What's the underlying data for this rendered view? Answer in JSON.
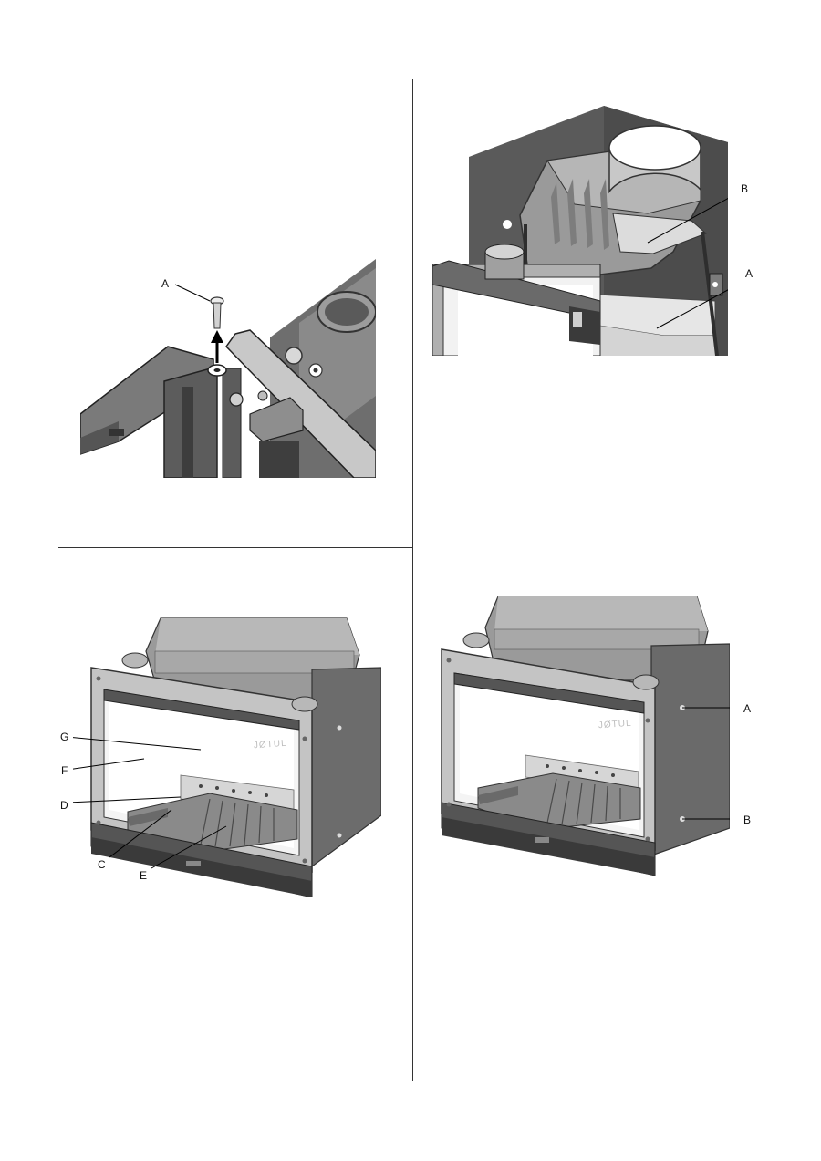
{
  "figures": {
    "fig1": {
      "labels": {
        "a": "A"
      }
    },
    "fig2": {
      "labels": {
        "a": "A",
        "b": "B"
      }
    },
    "fig3": {
      "labels": {
        "c": "C",
        "d": "D",
        "e": "E",
        "f": "F",
        "g": "G"
      },
      "glass_text": "JØTUL"
    },
    "fig4": {
      "labels": {
        "a": "A",
        "b": "B"
      },
      "glass_text": "JØTUL"
    }
  }
}
